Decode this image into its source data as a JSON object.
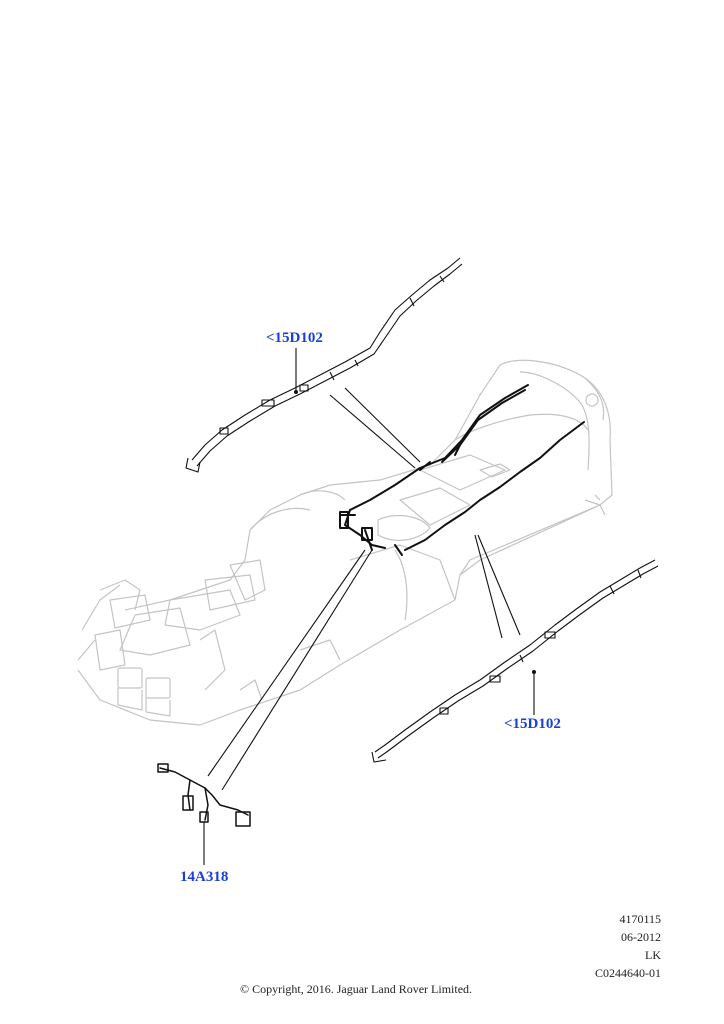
{
  "diagram": {
    "callouts": [
      {
        "label": "<15D102"
      },
      {
        "label": "<15D102"
      },
      {
        "label": "14A318"
      }
    ],
    "meta": {
      "illustration_number": "4170115",
      "date": "06-2012",
      "initials": "LK",
      "code": "C0244640-01"
    },
    "copyright": "© Copyright, 2016. Jaguar Land Rover Limited.",
    "colors": {
      "callout": "#1a3fd6",
      "console_outline": "#c4c4c4",
      "harness": "#111111"
    }
  }
}
